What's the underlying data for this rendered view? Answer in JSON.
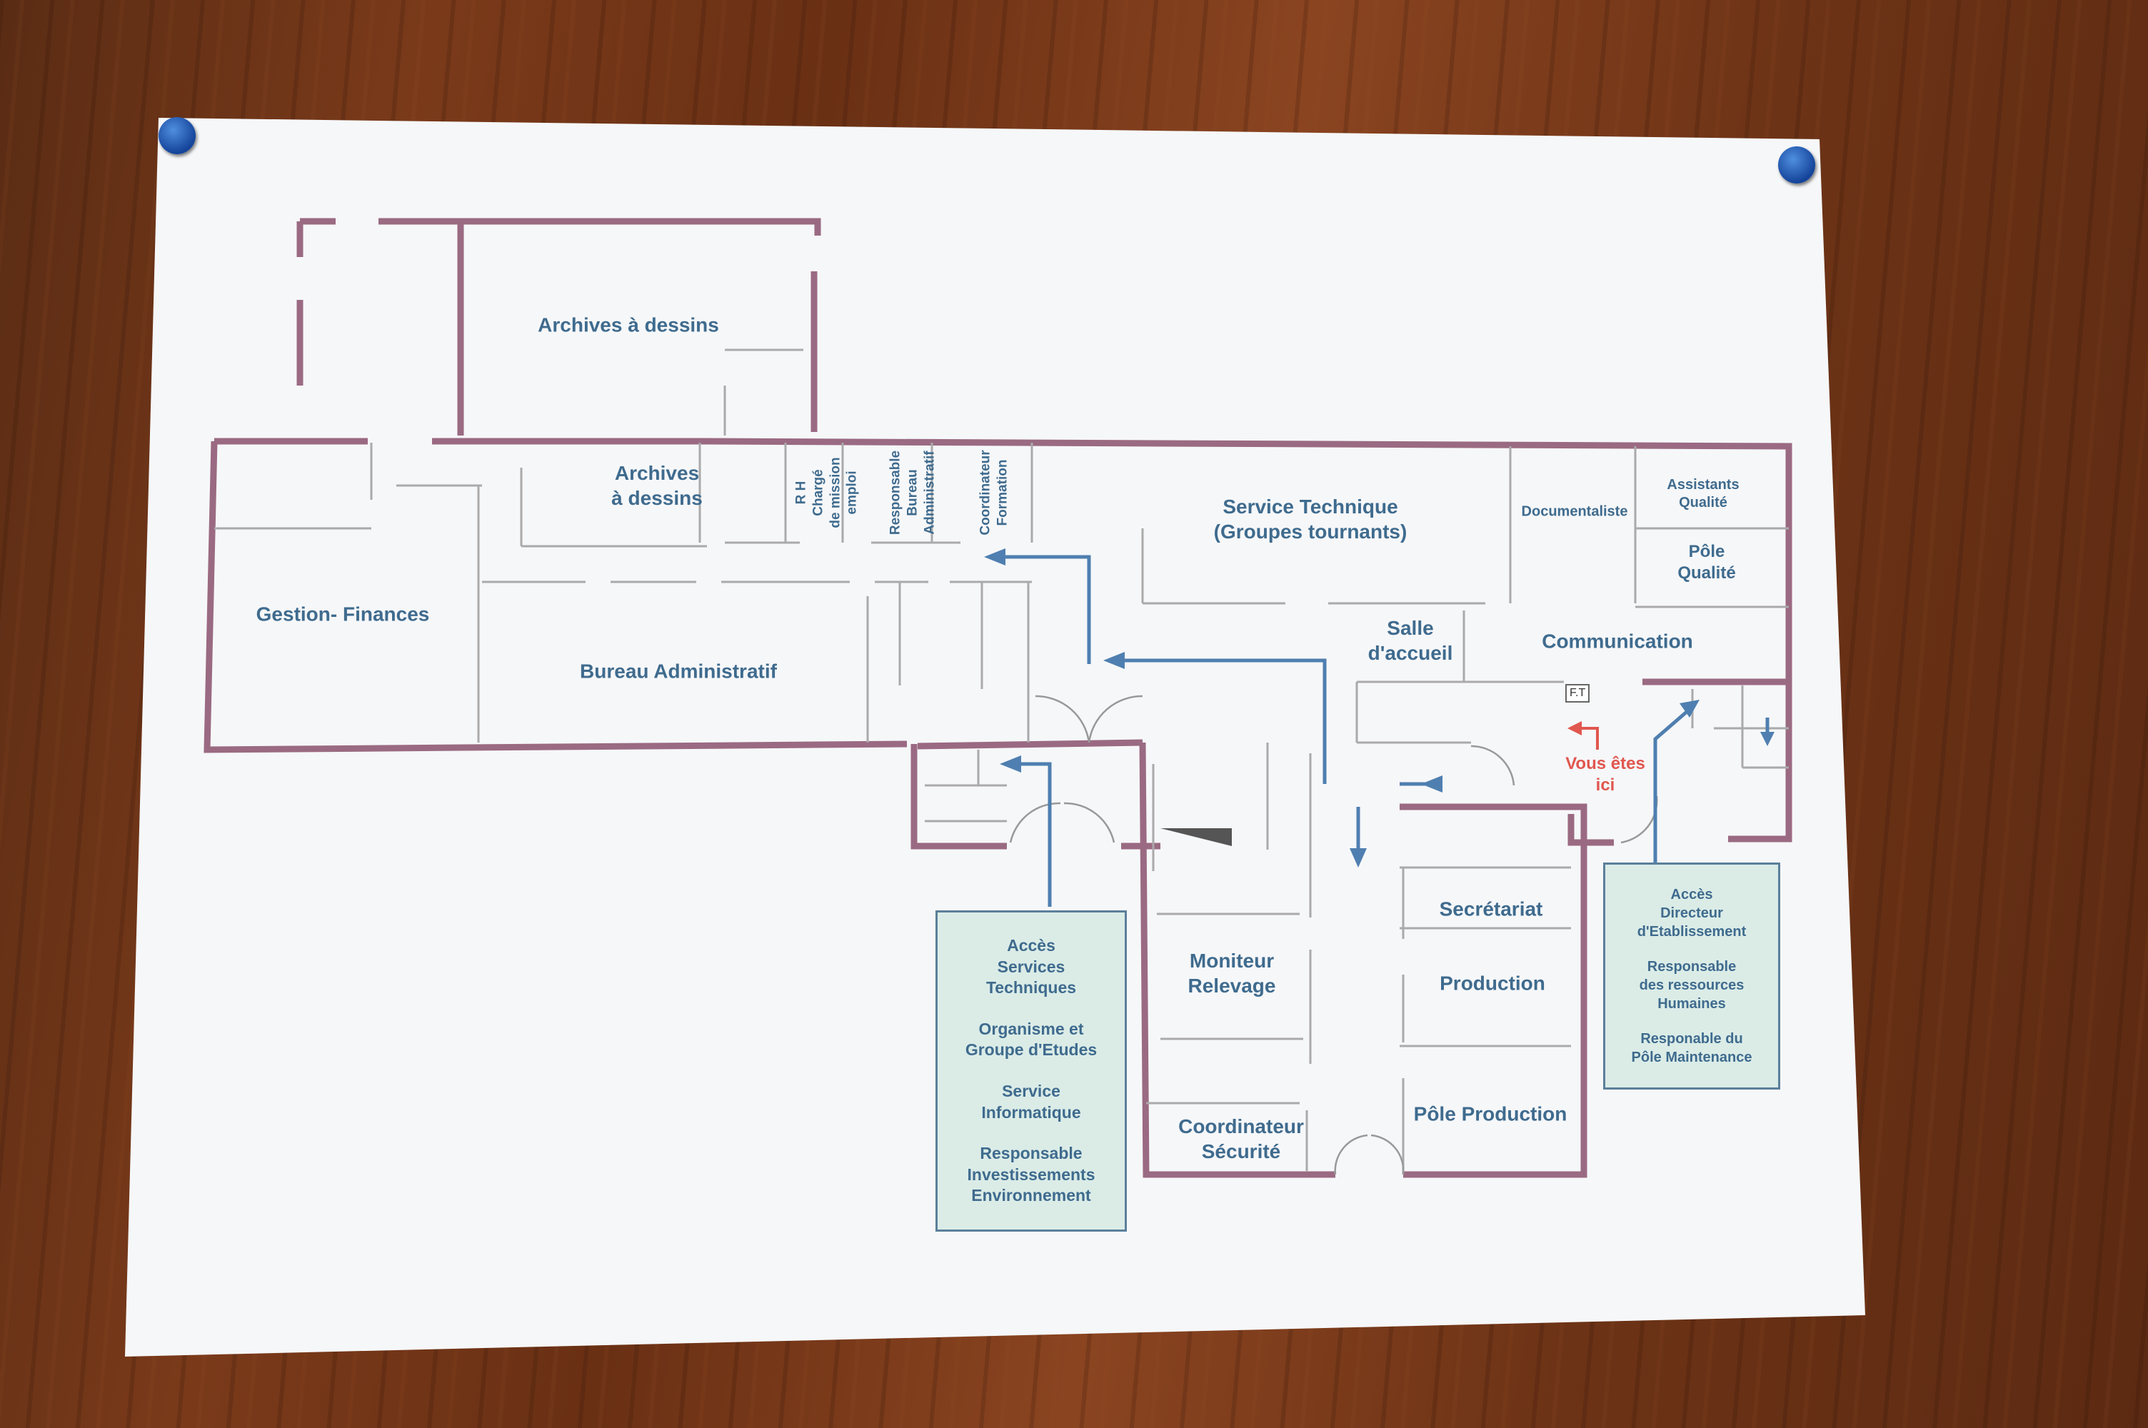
{
  "rooms": {
    "archives_top": "Archives à dessins",
    "archives_mid": "Archives\nà dessins",
    "rh": "R H\nChargé\nde mission\nemploi",
    "resp_bureau": "Responsable\nBureau\nAdministratif",
    "coord_formation": "Coordinateur\nFormation",
    "service_technique": "Service Technique\n(Groupes tournants)",
    "documentaliste": "Documentaliste",
    "assistants_qualite": "Assistants\nQualité",
    "pole_qualite": "Pôle\nQualité",
    "gestion_finances": "Gestion- Finances",
    "bureau_admin": "Bureau Administratif",
    "salle_accueil": "Salle\nd'accueil",
    "communication": "Communication",
    "secretariat": "Secrétariat",
    "production": "Production",
    "pole_production": "Pôle Production",
    "moniteur": "Moniteur\nRelevage",
    "coord_securite": "Coordinateur\nSécurité"
  },
  "you_are_here": "Vous êtes\nici",
  "ft_label": "F.T",
  "left_box": [
    "Accès\nServices\nTechniques",
    "Organisme et\nGroupe d'Etudes",
    "Service\nInformatique",
    "Responsable\nInvestissements\nEnvironnement"
  ],
  "right_box": [
    "Accès\nDirecteur\nd'Etablissement",
    "Responsable\ndes ressources\nHumaines",
    "Responable du\nPôle Maintenance"
  ],
  "colors": {
    "wall": "#9a6a82",
    "inner": "#aaaaaa",
    "arrow": "#4f7fb0",
    "red": "#e0574f",
    "paper": "#f7f8fa"
  }
}
